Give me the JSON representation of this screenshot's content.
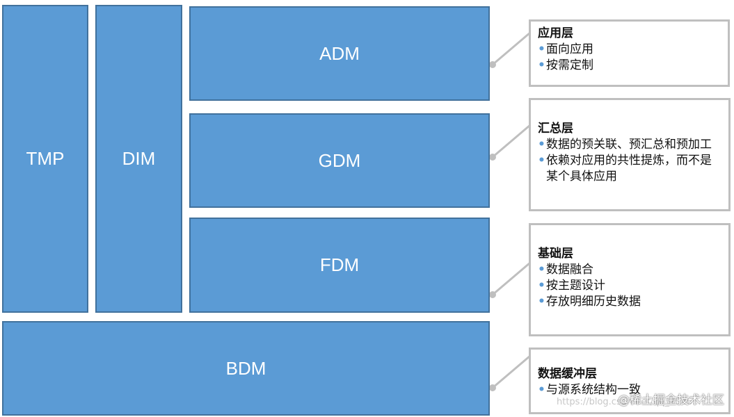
{
  "blocks": {
    "tmp": "TMP",
    "dim": "DIM",
    "adm": "ADM",
    "gdm": "GDM",
    "fdm": "FDM",
    "bdm": "BDM"
  },
  "callouts": {
    "app": {
      "title": "应用层",
      "items": [
        "面向应用",
        "按需定制"
      ]
    },
    "summary": {
      "title": "汇总层",
      "items": [
        "数据的预关联、预汇总和预加工",
        "依赖对应用的共性提炼，而不是",
        "某个具体应用"
      ]
    },
    "base": {
      "title": "基础层",
      "items": [
        "数据融合",
        "按主题设计",
        "存放明细历史数据"
      ]
    },
    "buffer": {
      "title": "数据缓冲层",
      "items": [
        "与源系统结构一致"
      ]
    }
  },
  "bullet_glyph": "•",
  "watermark": "@稀土掘金技术社区",
  "url_text": "https://blog.csdn.net/qq_2046...",
  "colors": {
    "block_fill": "#5b9bd5",
    "block_border": "#41719c",
    "callout_border": "#bfbfbf",
    "connector": "#bfbfbf",
    "bullet": "#5b9bd5"
  }
}
